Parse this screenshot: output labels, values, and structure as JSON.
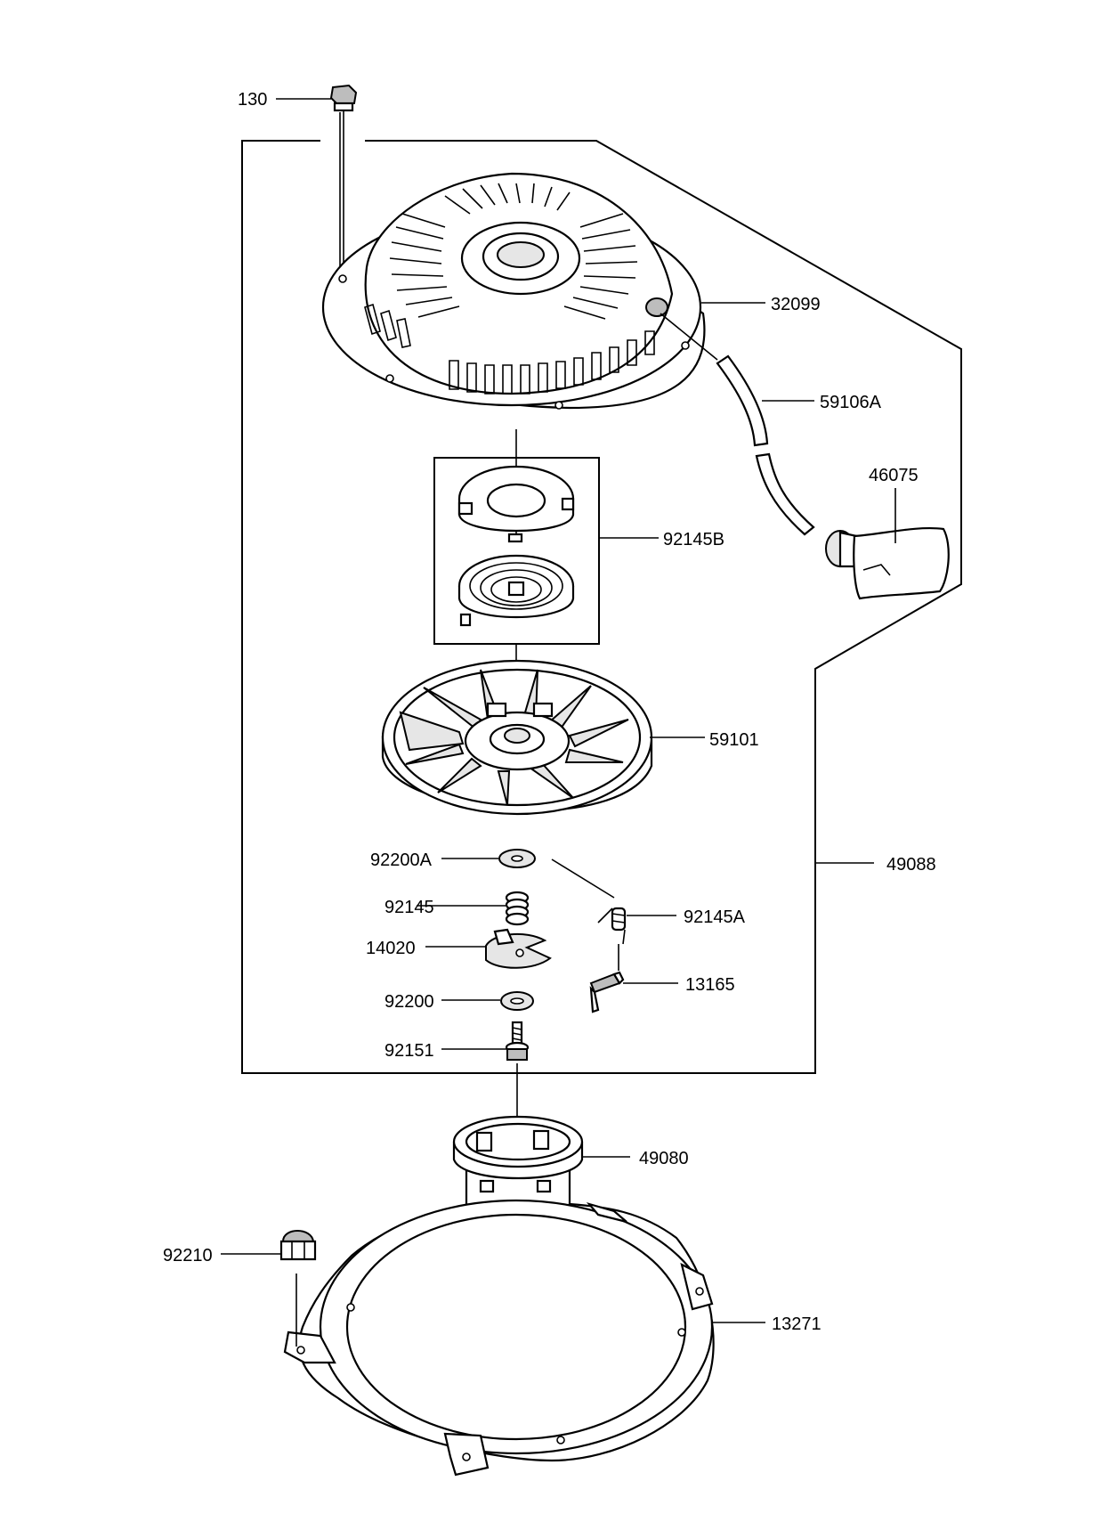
{
  "callouts": {
    "p130": "130",
    "p32099": "32099",
    "p59106A": "59106A",
    "p46075": "46075",
    "p92145B": "92145B",
    "p59101": "59101",
    "p49088": "49088",
    "p92200A": "92200A",
    "p92145": "92145",
    "p92145A": "92145A",
    "p14020": "14020",
    "p13165": "13165",
    "p92200": "92200",
    "p92151": "92151",
    "p49080": "49080",
    "p92210": "92210",
    "p13271": "13271"
  }
}
